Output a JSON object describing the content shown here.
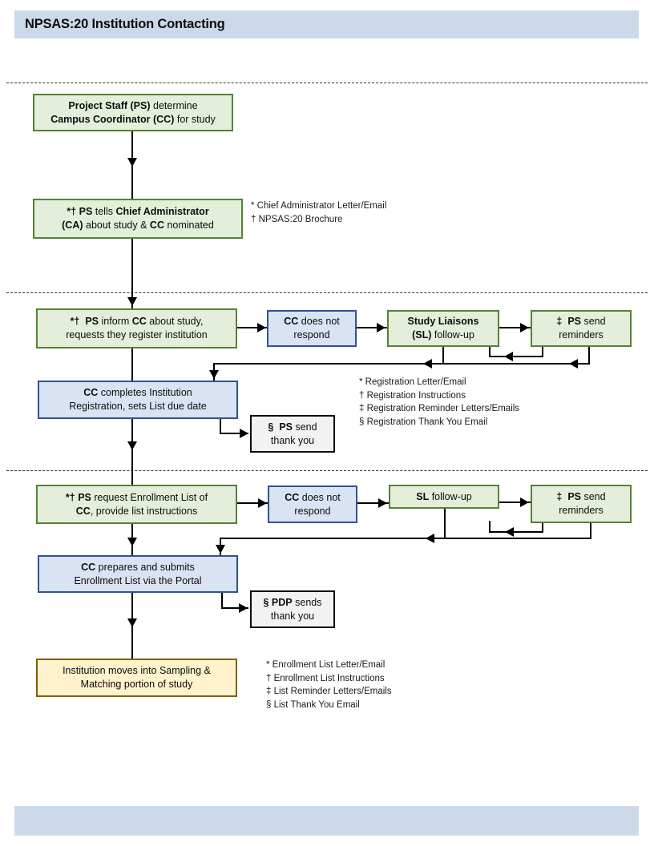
{
  "title": "NPSAS:20 Institution Contacting",
  "colors": {
    "banner_bg": "#ccd9ea",
    "green_fill": "#e3efda",
    "green_border": "#548235",
    "blue_fill": "#dae3f3",
    "blue_border": "#2e5395",
    "gray_fill": "#f2f2f2",
    "gray_border": "#0d0d0d",
    "tan_fill": "#fff2cc",
    "tan_border": "#7f6000",
    "line": "#000000"
  },
  "boxes": {
    "determine_cc": {
      "lines": [
        [
          {
            "t": "Project Staff (PS)",
            "b": true
          },
          {
            "t": " determine",
            "b": false
          }
        ],
        [
          {
            "t": "Campus Coordinator (CC)",
            "b": true
          },
          {
            "t": " for study",
            "b": false
          }
        ]
      ]
    },
    "tell_ca": {
      "lines": [
        [
          {
            "t": "*† PS",
            "b": true
          },
          {
            "t": " tells ",
            "b": false
          },
          {
            "t": "Chief Administrator",
            "b": true
          }
        ],
        [
          {
            "t": "(CA)",
            "b": true
          },
          {
            "t": " about study & ",
            "b": false
          },
          {
            "t": "CC",
            "b": true
          },
          {
            "t": " nominated",
            "b": false
          }
        ]
      ]
    },
    "inform_cc": {
      "lines": [
        [
          {
            "t": "*†",
            "b": true
          },
          {
            "t": "  ",
            "b": false
          },
          {
            "t": "PS",
            "b": true
          },
          {
            "t": " inform ",
            "b": false
          },
          {
            "t": "CC",
            "b": true
          },
          {
            "t": " about study,",
            "b": false
          }
        ],
        [
          {
            "t": "requests they register institution",
            "b": false
          }
        ]
      ]
    },
    "cc_no_respond_1": {
      "lines": [
        [
          {
            "t": "CC",
            "b": true
          },
          {
            "t": " does not",
            "b": false
          }
        ],
        [
          {
            "t": "respond",
            "b": false
          }
        ]
      ]
    },
    "sl_followup_1": {
      "lines": [
        [
          {
            "t": "Study Liaisons",
            "b": true
          }
        ],
        [
          {
            "t": "(SL)",
            "b": true
          },
          {
            "t": " follow-up",
            "b": false
          }
        ]
      ]
    },
    "ps_reminders_1": {
      "lines": [
        [
          {
            "t": "‡",
            "b": true
          },
          {
            "t": "  ",
            "b": false
          },
          {
            "t": "PS",
            "b": true
          },
          {
            "t": " send",
            "b": false
          }
        ],
        [
          {
            "t": "reminders",
            "b": false
          }
        ]
      ]
    },
    "cc_registers": {
      "lines": [
        [
          {
            "t": "CC",
            "b": true
          },
          {
            "t": " completes Institution",
            "b": false
          }
        ],
        [
          {
            "t": "Registration, sets List due date",
            "b": false
          }
        ]
      ]
    },
    "ps_thankyou": {
      "lines": [
        [
          {
            "t": "§",
            "b": true
          },
          {
            "t": "  ",
            "b": false
          },
          {
            "t": "PS",
            "b": true
          },
          {
            "t": " send",
            "b": false
          }
        ],
        [
          {
            "t": "thank you",
            "b": false
          }
        ]
      ]
    },
    "request_list": {
      "lines": [
        [
          {
            "t": "*† PS",
            "b": true
          },
          {
            "t": " request  Enrollment  List of",
            "b": false
          }
        ],
        [
          {
            "t": "CC",
            "b": true
          },
          {
            "t": ",  provide list instructions",
            "b": false
          }
        ]
      ]
    },
    "cc_no_respond_2": {
      "lines": [
        [
          {
            "t": "CC",
            "b": true
          },
          {
            "t": " does not",
            "b": false
          }
        ],
        [
          {
            "t": "respond",
            "b": false
          }
        ]
      ]
    },
    "sl_followup_2": {
      "lines": [
        [
          {
            "t": "SL",
            "b": true
          },
          {
            "t": " follow-up",
            "b": false
          }
        ]
      ]
    },
    "ps_reminders_2": {
      "lines": [
        [
          {
            "t": "‡",
            "b": true
          },
          {
            "t": "  ",
            "b": false
          },
          {
            "t": "PS",
            "b": true
          },
          {
            "t": " send",
            "b": false
          }
        ],
        [
          {
            "t": "reminders",
            "b": false
          }
        ]
      ]
    },
    "cc_submits_list": {
      "lines": [
        [
          {
            "t": "CC",
            "b": true
          },
          {
            "t": " prepares and submits",
            "b": false
          }
        ],
        [
          {
            "t": "Enrollment List via the Portal",
            "b": false
          }
        ]
      ]
    },
    "pdp_thankyou": {
      "lines": [
        [
          {
            "t": "§ PDP",
            "b": true
          },
          {
            "t": " sends",
            "b": false
          }
        ],
        [
          {
            "t": "thank you",
            "b": false
          }
        ]
      ]
    },
    "sampling": {
      "lines": [
        [
          {
            "t": "Institution moves into Sampling &",
            "b": false
          }
        ],
        [
          {
            "t": "Matching portion of study",
            "b": false
          }
        ]
      ]
    }
  },
  "notes": {
    "contact": [
      "* Chief Administrator Letter/Email",
      "† NPSAS:20 Brochure"
    ],
    "registration": [
      "* Registration Letter/Email",
      "† Registration Instructions",
      "‡ Registration Reminder Letters/Emails",
      "§ Registration Thank You Email"
    ],
    "enrollment": [
      "* Enrollment List Letter/Email",
      "† Enrollment List Instructions",
      "‡ List Reminder  Letters/Emails",
      "§ List Thank You Email"
    ]
  }
}
